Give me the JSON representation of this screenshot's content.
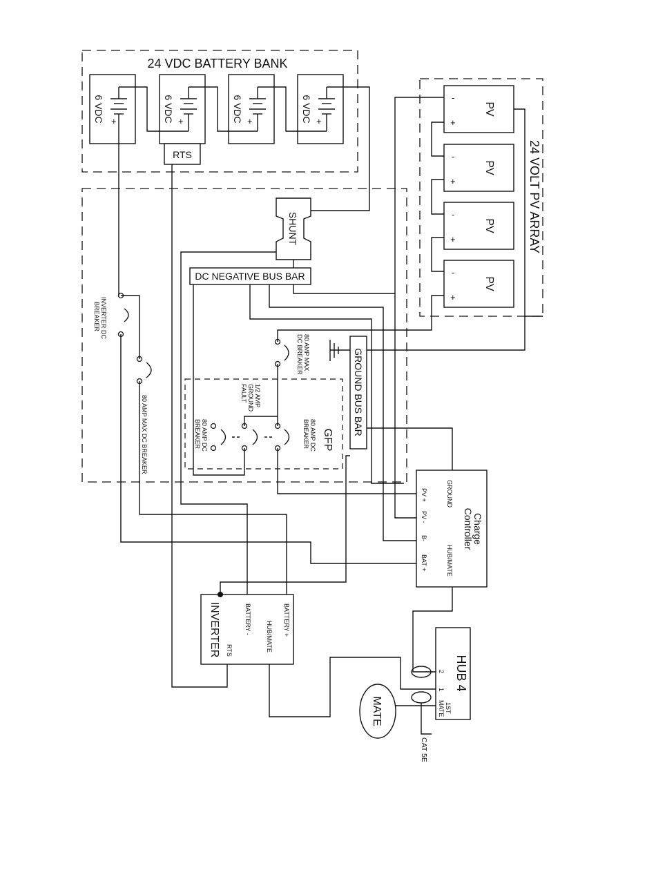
{
  "battery_bank": {
    "title": "24 VDC BATTERY BANK",
    "batteries": [
      {
        "label": "6 VDC",
        "plus": "+"
      },
      {
        "label": "6 VDC",
        "plus": "+"
      },
      {
        "label": "6 VDC",
        "plus": "+"
      },
      {
        "label": "6 VDC",
        "plus": "+"
      }
    ],
    "rts": "RTS"
  },
  "pv_array": {
    "title": "24 VOLT PV ARRAY",
    "panels": [
      {
        "label": "PV",
        "minus": "-",
        "plus": "+"
      },
      {
        "label": "PV",
        "minus": "-",
        "plus": "+"
      },
      {
        "label": "PV",
        "minus": "-",
        "plus": "+"
      },
      {
        "label": "PV",
        "minus": "-",
        "plus": "+"
      }
    ]
  },
  "shunt": "SHUNT",
  "dc_negative_bus_bar": "DC NEGATIVE BUS BAR",
  "ground_bus_bar": "GROUND BUS BAR",
  "gfp": "GFP",
  "breakers": {
    "inverter_dc": [
      "INVERTER DC",
      "BREAKER"
    ],
    "amp80_max_left": "80 AMP MAX DC BREAKER",
    "amp80_max_right": [
      "80 AMP MAX",
      "DC BREAKER"
    ],
    "ground_fault": [
      "1/2 AMP",
      "GROUND",
      "FAULT"
    ],
    "amp80_dc_left": [
      "80 AMP DC",
      "BREAKER"
    ],
    "amp80_dc_right": [
      "80 AMP DC",
      "BREAKER"
    ]
  },
  "charge_controller": {
    "title": [
      "Charge",
      "Controller"
    ],
    "ground": "GROUND",
    "hub_mate": "HUB/MATE",
    "terminals": [
      "PV +",
      "PV -",
      "B-",
      "BAT +"
    ]
  },
  "inverter": {
    "title": "INVERTER",
    "battery_plus": "BATTERY +",
    "battery_minus": "BATTERY -",
    "hub_mate": "HUB/MATE",
    "rts": "RTS"
  },
  "hub": {
    "title": "HUB 4",
    "ports": [
      "2",
      "1",
      "1ST",
      "MATE"
    ]
  },
  "mate": "MATE",
  "cable": "CAT 5E"
}
